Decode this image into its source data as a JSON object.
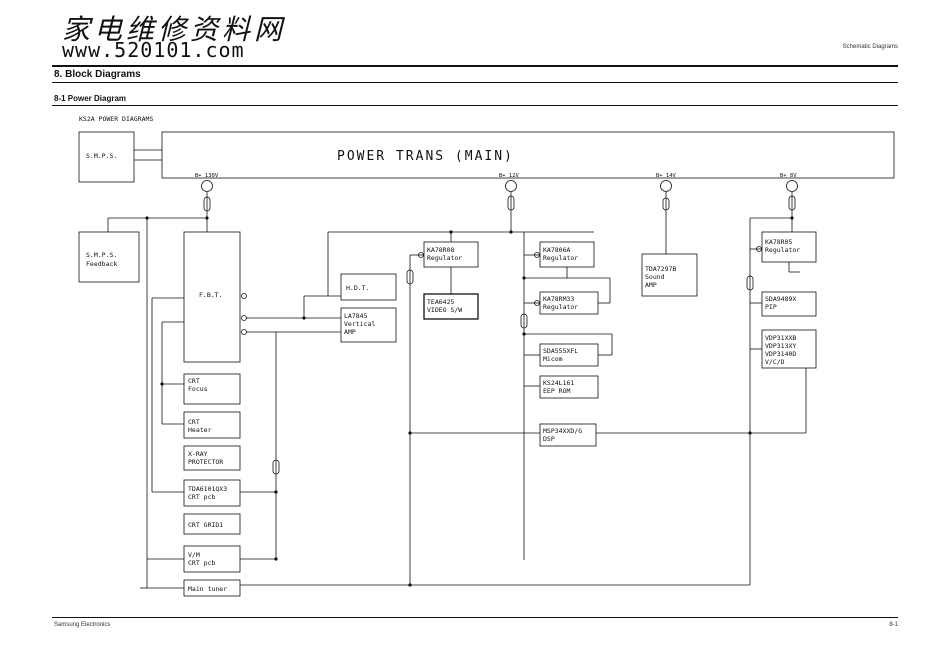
{
  "watermark": {
    "chinese": "家电维修资料网",
    "url": "www.520101.com"
  },
  "header": {
    "right": "Schematic Diagrams",
    "section": "8.  Block Diagrams",
    "subsection": "8-1 Power Diagram"
  },
  "footer": {
    "left": "Samsung Electronics",
    "right": "8-1"
  },
  "diagram": {
    "title": "KS2A POWER DIAGRAMS",
    "main_box": "POWER TRANS (MAIN)",
    "rails": [
      "B+ 130V",
      "B+ 12V",
      "B+ 14V",
      "B+ 8V"
    ],
    "blocks": {
      "smps": "S.M.P.S.",
      "smps_fb_1": "S.M.P.S.",
      "smps_fb_2": "Feedback",
      "fbt": "F.B.T.",
      "hdt": "H.D.T.",
      "la7845_1": "LA7845",
      "la7845_2": "Vertical",
      "la7845_3": "AMP",
      "crt_focus_1": "CRT",
      "crt_focus_2": "Focus",
      "crt_heater_1": "CRT",
      "crt_heater_2": "Heater",
      "xray_1": "X-RAY",
      "xray_2": "PROTECTOR",
      "tda6101_1": "TDA6101QX3",
      "tda6101_2": "CRT pcb",
      "crt_grid": "CRT GRID1",
      "vm_1": "V/M",
      "vm_2": "CRT pcb",
      "tuner": "Main tuner",
      "ka78r08_1": "KA78R08",
      "ka78r08_2": "Regulator",
      "tea6425_1": "TEA6425",
      "tea6425_2": "VIDEO S/W",
      "ka7806_1": "KA7806A",
      "ka7806_2": "Regulator",
      "ka78rm33_1": "KA78RM33",
      "ka78rm33_2": "Regulator",
      "sda555_1": "SDA555XFL",
      "sda555_2": "Micom",
      "ks24_1": "KS24L161",
      "ks24_2": "EEP ROM",
      "msp_1": "MSP34XXD/G",
      "msp_2": "DSP",
      "tda7297_1": "TDA7297B",
      "tda7297_2": "Sound",
      "tda7297_3": "AMP",
      "ka78r05_1": "KA78R05",
      "ka78r05_2": "Regulator",
      "sda9489_1": "SDA9489X",
      "sda9489_2": "PIP",
      "vdp_1": "VDP31XXB",
      "vdp_2": "VDP313XY",
      "vdp_3": "VDP3140D",
      "vdp_4": "V/C/D"
    }
  },
  "colors": {
    "ink": "#111111",
    "paper": "#ffffff"
  }
}
